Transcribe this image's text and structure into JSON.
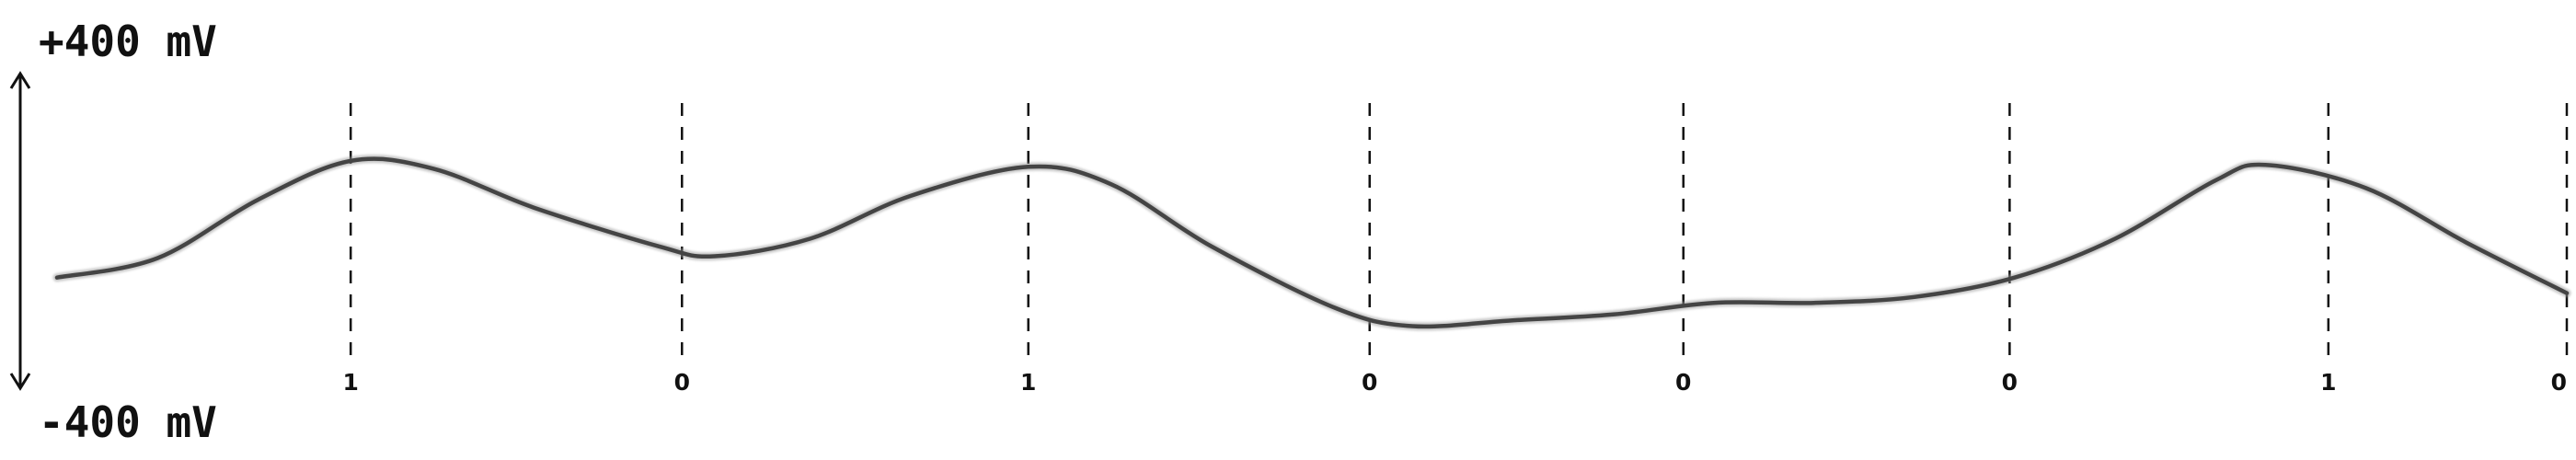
{
  "scale": {
    "top_label": "+400 mV",
    "bottom_label": "-400 mV",
    "max_mv": 400,
    "min_mv": -400
  },
  "waveform": {
    "color": "#444444",
    "samples_mv": [
      [
        0.0,
        -120
      ],
      [
        0.04,
        -70
      ],
      [
        0.08,
        80
      ],
      [
        0.117,
        180
      ],
      [
        0.15,
        160
      ],
      [
        0.19,
        60
      ],
      [
        0.24,
        -40
      ],
      [
        0.262,
        -65
      ],
      [
        0.3,
        -20
      ],
      [
        0.34,
        90
      ],
      [
        0.387,
        165
      ],
      [
        0.42,
        120
      ],
      [
        0.46,
        -40
      ],
      [
        0.51,
        -200
      ],
      [
        0.54,
        -245
      ],
      [
        0.58,
        -230
      ],
      [
        0.62,
        -215
      ],
      [
        0.66,
        -185
      ],
      [
        0.7,
        -185
      ],
      [
        0.74,
        -170
      ],
      [
        0.78,
        -120
      ],
      [
        0.82,
        -20
      ],
      [
        0.86,
        130
      ],
      [
        0.88,
        170
      ],
      [
        0.92,
        110
      ],
      [
        0.96,
        -30
      ],
      [
        1.0,
        -160
      ]
    ]
  },
  "bits": [
    "1",
    "0",
    "1",
    "0",
    "0",
    "0",
    "1",
    "0"
  ],
  "bit_markers_x": [
    0.117,
    0.249,
    0.387,
    0.523,
    0.648,
    0.778,
    0.905,
    1.0
  ]
}
